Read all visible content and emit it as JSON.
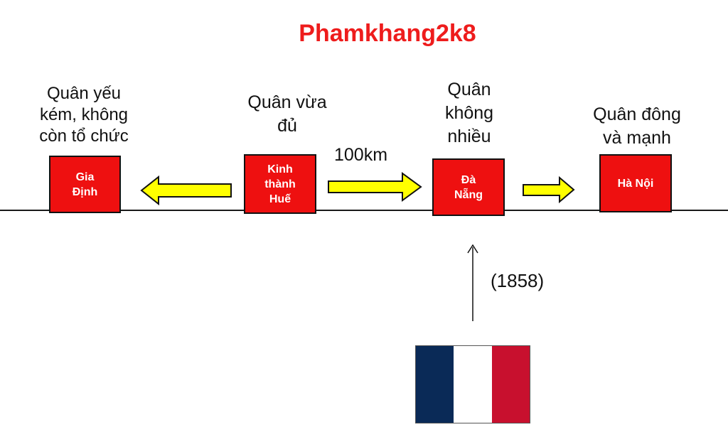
{
  "title": "Phamkhang2k8",
  "locations": {
    "gia_dinh": {
      "label": "Gia\nĐịnh",
      "caption": "Quân yếu\nkém, không\ncòn tổ chức"
    },
    "hue": {
      "label": "Kinh\nthành\nHuế",
      "caption": "Quân vừa\nđủ"
    },
    "da_nang": {
      "label": "Đà\nNẵng",
      "caption": "Quân\nkhông\nnhiều"
    },
    "ha_noi": {
      "label": "Hà Nội",
      "caption": "Quân đông\nvà mạnh"
    }
  },
  "distance_label": "100km",
  "year_label": "(1858)",
  "colors": {
    "title": "#ee1c1c",
    "box_fill": "#ee1010",
    "arrow_fill": "#ffff00",
    "flag_blue": "#0a2a57",
    "flag_white": "#ffffff",
    "flag_red": "#c8102e"
  },
  "icons": {
    "flag": "france-flag-icon"
  }
}
